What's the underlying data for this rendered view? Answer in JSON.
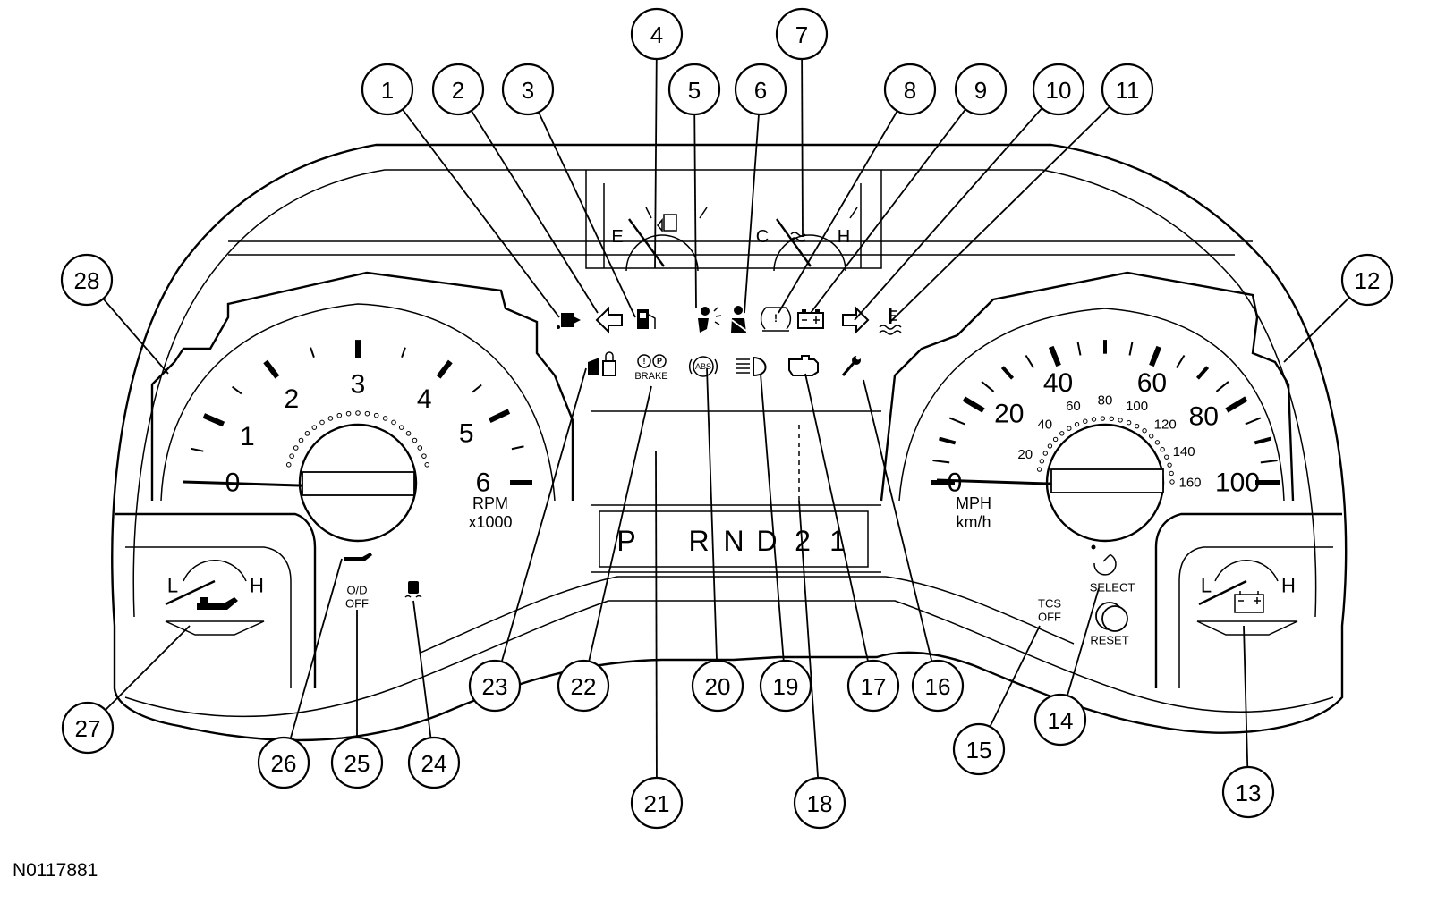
{
  "figure_id": "N0117881",
  "tachometer": {
    "numbers": [
      "0",
      "1",
      "2",
      "3",
      "4",
      "5",
      "6"
    ],
    "unit": "RPM",
    "multiplier": "x1000"
  },
  "speedometer": {
    "mph_numbers": [
      "0",
      "20",
      "40",
      "60",
      "80",
      "100"
    ],
    "kmh_numbers": [
      "20",
      "40",
      "60",
      "80",
      "100",
      "120",
      "140",
      "160"
    ],
    "unit_primary": "MPH",
    "unit_secondary": "km/h"
  },
  "fuel_gauge": {
    "low": "E"
  },
  "temp_gauge": {
    "low": "C",
    "high": "H"
  },
  "oil_gauge": {
    "low": "L",
    "high": "H"
  },
  "battery_gauge": {
    "low": "L",
    "high": "H"
  },
  "prndl": [
    "P",
    "R",
    "N",
    "D",
    "2",
    "1"
  ],
  "labels": {
    "brake": "BRAKE",
    "abs": "ABS",
    "od_off_line1": "O/D",
    "od_off_line2": "OFF",
    "tcs_off_line1": "TCS",
    "tcs_off_line2": "OFF",
    "select": "SELECT",
    "reset": "RESET"
  },
  "callouts": [
    "1",
    "2",
    "3",
    "4",
    "5",
    "6",
    "7",
    "8",
    "9",
    "10",
    "11",
    "12",
    "13",
    "14",
    "15",
    "16",
    "17",
    "18",
    "19",
    "20",
    "21",
    "22",
    "23",
    "24",
    "25",
    "26",
    "27",
    "28"
  ],
  "icons": [
    "fuel-door-reminder-icon",
    "left-turn-signal-icon",
    "low-fuel-icon",
    "airbag-icon",
    "seatbelt-icon",
    "tire-pressure-icon",
    "charging-system-icon",
    "right-turn-signal-icon",
    "engine-coolant-temp-icon",
    "door-lock-icon",
    "brake-warning-icon",
    "abs-icon",
    "high-beam-icon",
    "check-engine-icon",
    "service-wrench-icon",
    "oil-can-icon",
    "traction-control-icon",
    "speed-control-icon",
    "reset-knob-icon"
  ]
}
